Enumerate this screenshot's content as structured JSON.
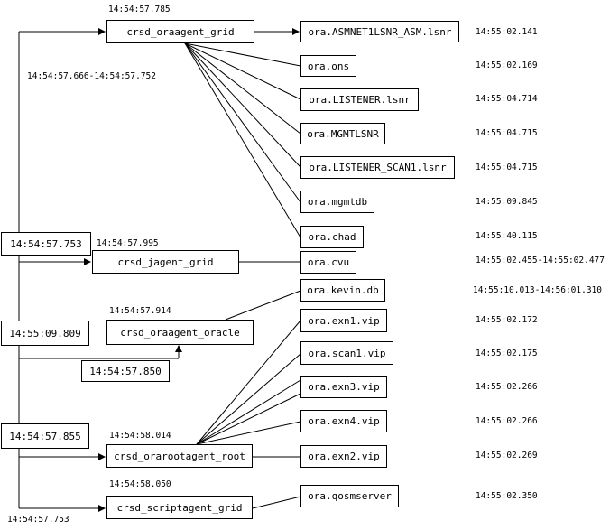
{
  "time_boxes": {
    "t1": "14:54:57.753",
    "t2": "14:55:09.809",
    "t3": "14:54:57.850",
    "t4": "14:54:57.855"
  },
  "agents": {
    "oraagent_grid": {
      "name": "crsd_oraagent_grid",
      "time": "14:54:57.785"
    },
    "jagent_grid": {
      "name": "crsd_jagent_grid",
      "time": "14:54:57.995"
    },
    "oraagent_oracle": {
      "name": "crsd_oraagent_oracle",
      "time": "14:54:57.914"
    },
    "orarootagent_root": {
      "name": "crsd_orarootagent_root",
      "time": "14:54:58.014"
    },
    "scriptagent_grid": {
      "name": "crsd_scriptagent_grid",
      "time": "14:54:58.050"
    }
  },
  "labels": {
    "range_top": "14:54:57.666-14:54:57.752",
    "bottom_time": "14:54:57.753"
  },
  "resources": [
    {
      "name": "ora.ASMNET1LSNR_ASM.lsnr",
      "time": "14:55:02.141"
    },
    {
      "name": "ora.ons",
      "time": "14:55:02.169"
    },
    {
      "name": "ora.LISTENER.lsnr",
      "time": "14:55:04.714"
    },
    {
      "name": "ora.MGMTLSNR",
      "time": "14:55:04.715"
    },
    {
      "name": "ora.LISTENER_SCAN1.lsnr",
      "time": "14:55:04.715"
    },
    {
      "name": "ora.mgmtdb",
      "time": "14:55:09.845"
    },
    {
      "name": "ora.chad",
      "time": "14:55:40.115"
    },
    {
      "name": "ora.cvu",
      "time": "14:55:02.455-14:55:02.477"
    },
    {
      "name": "ora.kevin.db",
      "time": "14:55:10.013-14:56:01.310"
    },
    {
      "name": "ora.exn1.vip",
      "time": "14:55:02.172"
    },
    {
      "name": "ora.scan1.vip",
      "time": "14:55:02.175"
    },
    {
      "name": "ora.exn3.vip",
      "time": "14:55:02.266"
    },
    {
      "name": "ora.exn4.vip",
      "time": "14:55:02.266"
    },
    {
      "name": "ora.exn2.vip",
      "time": "14:55:02.269"
    },
    {
      "name": "ora.qosmserver",
      "time": "14:55:02.350"
    }
  ]
}
